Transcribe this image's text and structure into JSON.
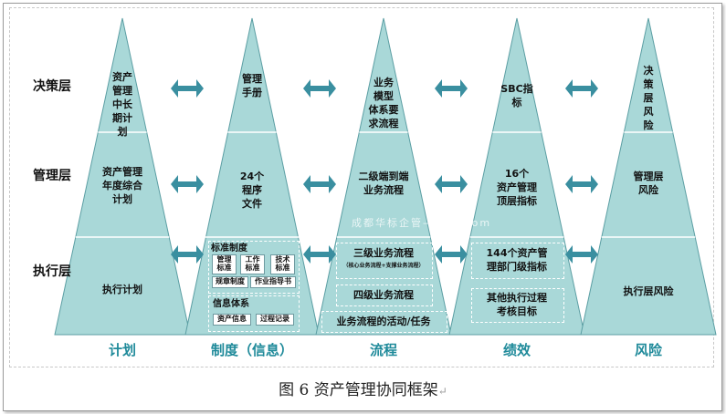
{
  "caption": {
    "text": "图 6  资产管理协同框架",
    "mark": "↵"
  },
  "watermark": "成都华标企管——ig.com",
  "layers": [
    "决策层",
    "管理层",
    "执行层"
  ],
  "columns": [
    {
      "label": "计划",
      "decision": [
        "资产",
        "管理",
        "中长",
        "期计",
        "划"
      ],
      "management": [
        "资产管理",
        "年度综合",
        "计划"
      ],
      "execution": [
        "执行计划"
      ]
    },
    {
      "label": "制度（信息）",
      "decision": [
        "管理",
        "手册"
      ],
      "management": [
        "24个",
        "程序",
        "文件"
      ],
      "execution": {
        "standards_title": "标准制度",
        "standards": [
          [
            "管理",
            "标准"
          ],
          [
            "工作",
            "标准"
          ],
          [
            "技术",
            "标准"
          ]
        ],
        "rules": [
          "规章制度",
          "作业指导书"
        ],
        "info_title": "信息体系",
        "info": [
          "资产信息",
          "过程记录"
        ]
      }
    },
    {
      "label": "流程",
      "decision": [
        "业务",
        "模型",
        "体系要",
        "求流程"
      ],
      "management": [
        "二级端到端",
        "业务流程"
      ],
      "execution": {
        "level3": "三级业务流程",
        "level3_note": "（核心业务流程+支撑业务流程）",
        "level4": "四级业务流程",
        "activities": "业务流程的活动/任务"
      }
    },
    {
      "label": "绩效",
      "decision": [
        "SBC指",
        "标"
      ],
      "management": [
        "16个",
        "资产管理",
        "顶层指标"
      ],
      "execution": {
        "dept": [
          "144个资产管",
          "理部门级指标"
        ],
        "other": [
          "其他执行过程",
          "考核目标"
        ]
      }
    },
    {
      "label": "风险",
      "decision": [
        "决",
        "策",
        "层",
        "风",
        "险"
      ],
      "management": [
        "管理层",
        "风险"
      ],
      "execution": [
        "执行层风险"
      ]
    }
  ],
  "colors": {
    "pyramid_fill": "#a9d8d8",
    "pyramid_stroke": "#5b9ea3",
    "arrow": "#3a8fa0",
    "column_label": "#1f8a9a"
  }
}
